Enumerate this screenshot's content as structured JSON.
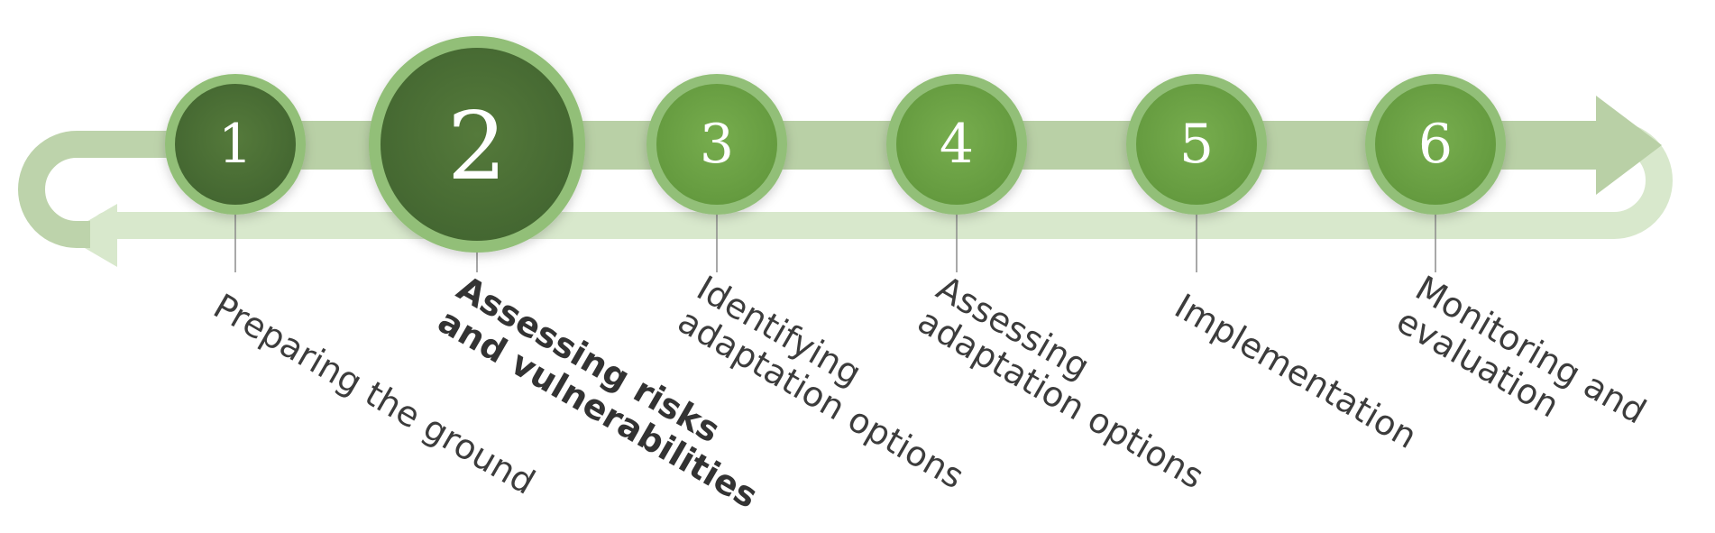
{
  "diagram": {
    "colors": {
      "loop_back": "#d8e8cc",
      "loop_back_left": "#bdd3ab",
      "forward_band": "#b9d0a6",
      "ring_light": "#92bf78",
      "disk_dark": "#4c6f35",
      "disk_light": "#6da446",
      "connector": "#8a8a8a",
      "label_text": "#3c3c3c"
    },
    "steps": [
      {
        "number": "1",
        "label_lines": [
          "Preparing the ground"
        ],
        "active": false
      },
      {
        "number": "2",
        "label_lines": [
          "Assessing risks",
          "and vulnerabilities"
        ],
        "active": true
      },
      {
        "number": "3",
        "label_lines": [
          "Identifying",
          "adaptation options"
        ],
        "active": false
      },
      {
        "number": "4",
        "label_lines": [
          "Assessing",
          "adaptation options"
        ],
        "active": false
      },
      {
        "number": "5",
        "label_lines": [
          "Implementation"
        ],
        "active": false
      },
      {
        "number": "6",
        "label_lines": [
          "Monitoring and",
          "evaluation"
        ],
        "active": false
      }
    ]
  }
}
